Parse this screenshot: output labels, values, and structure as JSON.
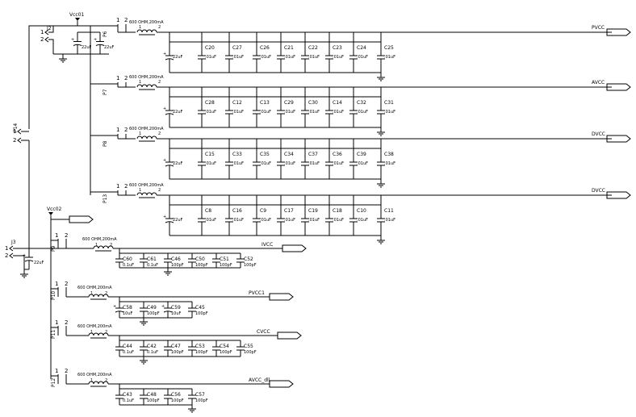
{
  "connectors": [
    {
      "ref": "J2",
      "pins": [
        "1",
        "2"
      ]
    },
    {
      "ref": "P14",
      "pins": [
        "1",
        "2"
      ]
    },
    {
      "ref": "J3",
      "pins": [
        "1",
        "2"
      ]
    },
    {
      "ref": "P6",
      "pins": [
        "1",
        "2"
      ]
    },
    {
      "ref": "P7",
      "pins": [
        "1",
        "2"
      ]
    },
    {
      "ref": "P8",
      "pins": [
        "1",
        "2"
      ]
    },
    {
      "ref": "P13",
      "pins": [
        "1",
        "2"
      ]
    },
    {
      "ref": "P9",
      "pins": [
        "1",
        "2"
      ]
    },
    {
      "ref": "P10",
      "pins": [
        "1",
        "2"
      ]
    },
    {
      "ref": "P11",
      "pins": [
        "1",
        "2"
      ]
    },
    {
      "ref": "P12",
      "pins": [
        "1",
        "2"
      ]
    }
  ],
  "power_labels": {
    "vcc01": "Vcc01",
    "vcc02": "Vcc02"
  },
  "input_caps": {
    "j2": [
      {
        "value": "22uF"
      },
      {
        "value": "22uF"
      }
    ],
    "j3": [
      {
        "value": "22uF"
      }
    ]
  },
  "rails": [
    {
      "net": "PVCC",
      "connector": "P6",
      "bead": "600 OHM,200mA",
      "caps": [
        {
          "ref": "",
          "value": "22uF"
        },
        {
          "ref": "C20",
          "value": ".01uF"
        },
        {
          "ref": "C27",
          "value": ".01uF"
        },
        {
          "ref": "C26",
          "value": ".01uF"
        },
        {
          "ref": "C21",
          "value": ".01uF"
        },
        {
          "ref": "C22",
          "value": ".01uF"
        },
        {
          "ref": "C23",
          "value": ".01uF"
        },
        {
          "ref": "C24",
          "value": ".01uF"
        },
        {
          "ref": "C25",
          "value": ".01uF"
        }
      ]
    },
    {
      "net": "AVCC",
      "connector": "P7",
      "bead": "600 OHM,200mA",
      "caps": [
        {
          "ref": "",
          "value": "22uF"
        },
        {
          "ref": "C28",
          "value": ".01uF"
        },
        {
          "ref": "C12",
          "value": ".01uF"
        },
        {
          "ref": "C13",
          "value": ".01uF"
        },
        {
          "ref": "C29",
          "value": ".01uF"
        },
        {
          "ref": "C30",
          "value": ".01uF"
        },
        {
          "ref": "C14",
          "value": ".01uF"
        },
        {
          "ref": "C32",
          "value": ".01uF"
        },
        {
          "ref": "C31",
          "value": ".01uF"
        }
      ]
    },
    {
      "net": "DVCC",
      "connector": "P8",
      "bead": "600 OHM,200mA",
      "caps": [
        {
          "ref": "",
          "value": "22uF"
        },
        {
          "ref": "C15",
          "value": ".01uF"
        },
        {
          "ref": "C33",
          "value": ".01uF"
        },
        {
          "ref": "C35",
          "value": ".01uF"
        },
        {
          "ref": "C34",
          "value": ".01uF"
        },
        {
          "ref": "C37",
          "value": ".01uF"
        },
        {
          "ref": "C36",
          "value": ".01uF"
        },
        {
          "ref": "C39",
          "value": ".01uF"
        },
        {
          "ref": "C38",
          "value": ".01uF"
        }
      ]
    },
    {
      "net": "DVCC",
      "connector": "P13",
      "bead": "600 OHM,200mA",
      "caps": [
        {
          "ref": "",
          "value": "22uF"
        },
        {
          "ref": "C8",
          "value": ".01uF"
        },
        {
          "ref": "C16",
          "value": ".01uF"
        },
        {
          "ref": "C9",
          "value": ".01uF"
        },
        {
          "ref": "C17",
          "value": ".01uF"
        },
        {
          "ref": "C19",
          "value": ".01uF"
        },
        {
          "ref": "C18",
          "value": ".01uF"
        },
        {
          "ref": "C10",
          "value": ".01uF"
        },
        {
          "ref": "C11",
          "value": ".01uF"
        }
      ]
    }
  ],
  "lower_rails": [
    {
      "net": "IVCC",
      "connector": "P9",
      "bead": "600 OHM,200mA",
      "caps": [
        {
          "ref": "C60",
          "value": "0.1uF"
        },
        {
          "ref": "C61",
          "value": "0.1uF"
        },
        {
          "ref": "C46",
          "value": "100pF"
        },
        {
          "ref": "C50",
          "value": "100pF"
        },
        {
          "ref": "C51",
          "value": "100pF"
        },
        {
          "ref": "C52",
          "value": "100pF"
        }
      ]
    },
    {
      "net": "PVCC1",
      "connector": "P10",
      "bead": "600 OHM,200mA",
      "caps": [
        {
          "ref": "C58",
          "value": "10uF"
        },
        {
          "ref": "C49",
          "value": "100pF"
        },
        {
          "ref": "C59",
          "value": "10uF"
        },
        {
          "ref": "C45",
          "value": "100pF"
        }
      ]
    },
    {
      "net": "CVCC",
      "connector": "P11",
      "bead": "600 OHM,200mA",
      "caps": [
        {
          "ref": "C44",
          "value": "0.1uF"
        },
        {
          "ref": "C42",
          "value": "0.1uF"
        },
        {
          "ref": "C47",
          "value": "100pF"
        },
        {
          "ref": "C53",
          "value": "100pF"
        },
        {
          "ref": "C54",
          "value": "100pF"
        },
        {
          "ref": "C55",
          "value": "100pF"
        }
      ]
    },
    {
      "net": "AVCC_dll",
      "connector": "P12",
      "bead": "600 OHM,200mA",
      "caps": [
        {
          "ref": "C43",
          "value": "0.1uF"
        },
        {
          "ref": "C48",
          "value": "100pF"
        },
        {
          "ref": "C56",
          "value": "100pF"
        },
        {
          "ref": "C57",
          "value": "100pF"
        }
      ]
    }
  ]
}
